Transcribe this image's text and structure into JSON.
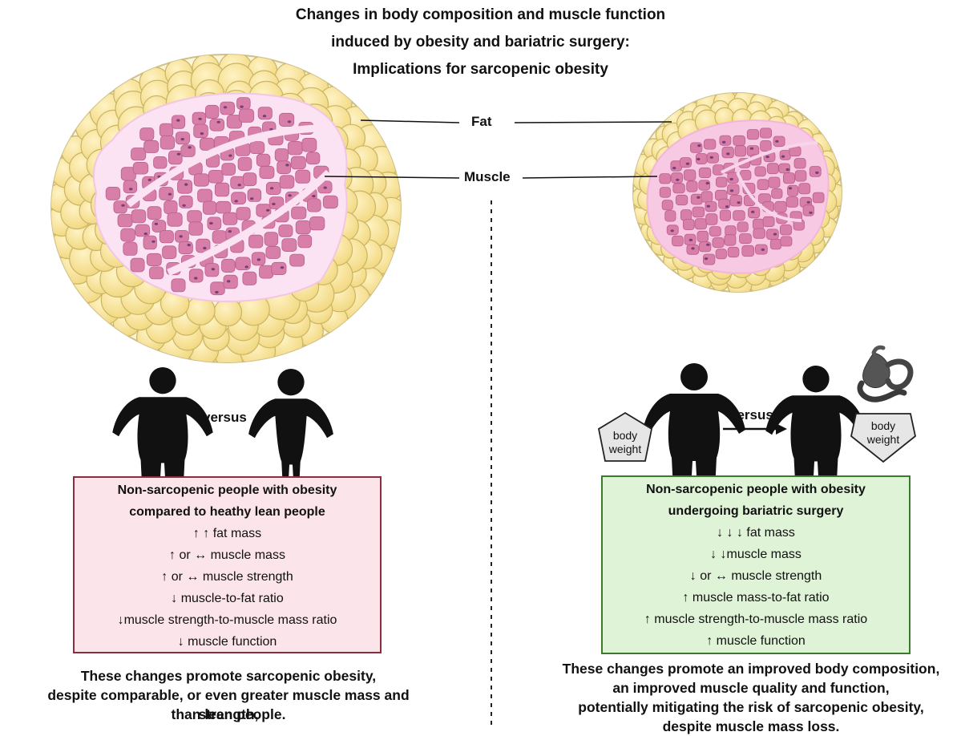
{
  "title": {
    "lines": [
      "Changes in body composition and muscle function",
      "induced by obesity and bariatric surgery:",
      "Implications for sarcopenic obesity"
    ]
  },
  "labels": {
    "fat": "Fat",
    "muscle": "Muscle"
  },
  "left": {
    "versus": "versus",
    "box": {
      "heading": [
        "Non-sarcopenic people with obesity",
        "compared to heathy lean people"
      ],
      "items": [
        "↑ ↑ fat mass",
        "↑ or ↔ muscle mass",
        "↑ or ↔ muscle strength",
        "↓ muscle-to-fat ratio",
        "↓muscle strength-to-muscle mass ratio",
        "↓ muscle function"
      ]
    },
    "summary": [
      "These changes promote sarcopenic obesity,",
      "despite comparable, or even greater muscle mass and strength,",
      "than lean people."
    ]
  },
  "right": {
    "versus": "versus",
    "body_weight_before": [
      "body",
      "weight"
    ],
    "body_weight_after": [
      "body",
      "weight"
    ],
    "box": {
      "heading": [
        "Non-sarcopenic people with obesity",
        "undergoing bariatric surgery"
      ],
      "items": [
        "↓ ↓ ↓ fat mass",
        "↓ ↓muscle mass",
        "↓ or ↔ muscle strength",
        "↑ muscle mass-to-fat ratio",
        "↑ muscle strength-to-muscle mass ratio",
        "↑ muscle function"
      ]
    },
    "summary": [
      "These changes promote an improved body composition,",
      "an improved muscle quality and function,",
      "potentially mitigating the risk of sarcopenic obesity,",
      "despite muscle mass loss."
    ]
  },
  "colors": {
    "fat_fill": "#f6e29a",
    "fat_stroke": "#c9b565",
    "muscle_halo": "#fbe3f3",
    "muscle_fill": "#d77fa9",
    "nucleus": "#7a3f74",
    "figure": "#111111",
    "left_box_fill": "#fbe4ea",
    "left_box_border": "#8b2c3f",
    "right_box_fill": "#dff3d7",
    "right_box_border": "#3c7a2e"
  }
}
